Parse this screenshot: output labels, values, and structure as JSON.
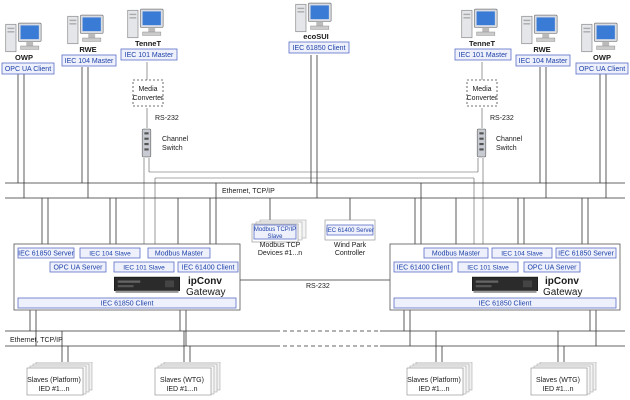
{
  "stations_top": [
    {
      "name": "OWP",
      "protocol": "OPC UA Client"
    },
    {
      "name": "RWE",
      "protocol": "IEC 104 Master"
    },
    {
      "name": "TenneT",
      "protocol": "IEC 101 Master"
    },
    {
      "name": "ecoSUI",
      "protocol": "IEC 61850 Client"
    },
    {
      "name": "TenneT",
      "protocol": "IEC 101 Master"
    },
    {
      "name": "RWE",
      "protocol": "IEC 104 Master"
    },
    {
      "name": "OWP",
      "protocol": "OPC UA Client"
    }
  ],
  "media_converter": "Media Converter",
  "media_converter_line1": "Media",
  "media_converter_line2": "Converter",
  "rs232": "RS-232",
  "channel_switch_line1": "Channel",
  "channel_switch_line2": "Switch",
  "ethernet_top": "Ethernet, TCP/IP",
  "ethernet_bottom": "Ethernet, TCP/IP",
  "modbus_devices": {
    "protocol_line1": "Modbus TCP/IP",
    "protocol_line2": "Slave",
    "label_line1": "Modbus TCP",
    "label_line2": "Devices #1...n"
  },
  "wind_park": {
    "protocol": "IEC 61400 Server",
    "label_line1": "Wind Park",
    "label_line2": "Controller"
  },
  "gateway_left": {
    "protocols": [
      "IEC 61850 Server",
      "IEC 104 Slave",
      "Modbus Master",
      "OPC UA Server",
      "IEC 101 Slave",
      "IEC 61400 Client"
    ],
    "brand": "ipConv",
    "label": "Gateway",
    "client": "IEC 61850 Client"
  },
  "gateway_right": {
    "protocols": [
      "Modbus Master",
      "IEC 104 Slave",
      "IEC 61850 Server",
      "IEC 61400 Client",
      "IEC 101 Slave",
      "OPC UA Server"
    ],
    "brand": "ipConv",
    "label": "Gateway",
    "client": "IEC 61850 Client"
  },
  "gateway_link": "RS-232",
  "slaves": [
    {
      "line1": "Slaves (Platform)",
      "line2": "IED #1...n"
    },
    {
      "line1": "Slaves (WTG)",
      "line2": "IED #1...n"
    },
    {
      "line1": "Slaves (Platform)",
      "line2": "IED #1...n"
    },
    {
      "line1": "Slaves (WTG)",
      "line2": "IED #1...n"
    }
  ]
}
